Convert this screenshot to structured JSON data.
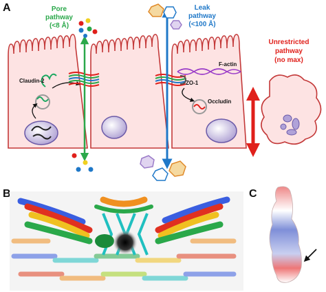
{
  "panel_a": {
    "letter": "A",
    "pore": {
      "line1": "Pore",
      "line2": "pathway",
      "line3": "(<8 Å)",
      "color": "#2aa84a"
    },
    "leak": {
      "line1": "Leak",
      "line2": "pathway",
      "line3": "(<100 Å)",
      "color": "#1f78c8"
    },
    "unrestricted": {
      "line1": "Unrestricted",
      "line2": "pathway",
      "line3": "(no max)",
      "color": "#e0201b"
    },
    "labels": {
      "claudin2": "Claudin-2",
      "factin": "F-actin",
      "zo1": "ZO-1",
      "occludin": "Occludin"
    },
    "cell_fill": "#fde3e3",
    "cell_stroke": "#c33838"
  },
  "panel_b": {
    "letter": "B"
  },
  "panel_c": {
    "letter": "C"
  }
}
